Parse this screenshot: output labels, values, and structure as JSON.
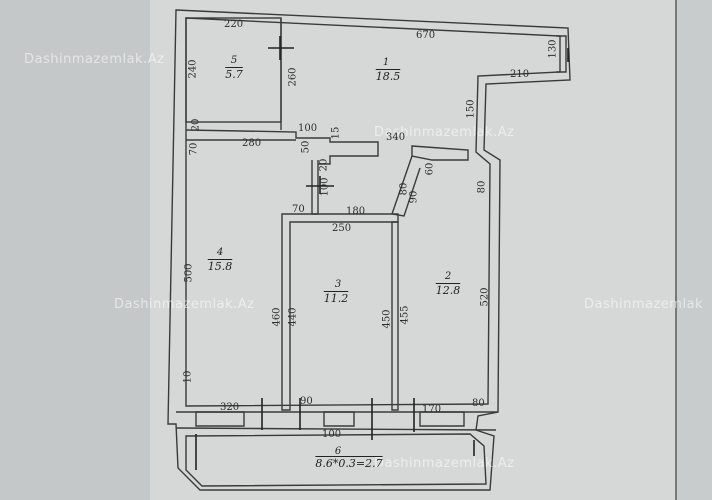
{
  "watermarks": [
    "Dashinmazemlak.Az",
    "Dashinmazemlak.Az",
    "Dashinmazemlak.Az",
    "Dashinmazemlak",
    "Dashinmazemlak.Az"
  ],
  "rooms": [
    {
      "number": "1",
      "area": "18.5"
    },
    {
      "number": "2",
      "area": "12.8"
    },
    {
      "number": "3",
      "area": "11.2"
    },
    {
      "number": "4",
      "area": "15.8"
    },
    {
      "number": "5",
      "area": "5.7"
    },
    {
      "number": "6",
      "area": "8.6*0.3=2.7"
    }
  ],
  "dimensions": {
    "d220": "220",
    "d670": "670",
    "d240": "240",
    "d260": "260",
    "d130": "130",
    "d210": "210",
    "d150": "150",
    "d20a": "20",
    "d100": "100",
    "d15": "15",
    "d340": "340",
    "d280": "280",
    "d70a": "70",
    "d50": "50",
    "d20b": "20",
    "d100b": "100",
    "d80a": "80",
    "d60": "60",
    "d90": "90",
    "d80b": "80",
    "d70b": "70",
    "d180": "180",
    "d250": "250",
    "d500": "500",
    "d460": "460",
    "d440": "440",
    "d450": "450",
    "d455": "455",
    "d520": "520",
    "d10": "10",
    "d320": "320",
    "d90b": "90",
    "d100c": "100",
    "d170": "170",
    "d80c": "80"
  }
}
